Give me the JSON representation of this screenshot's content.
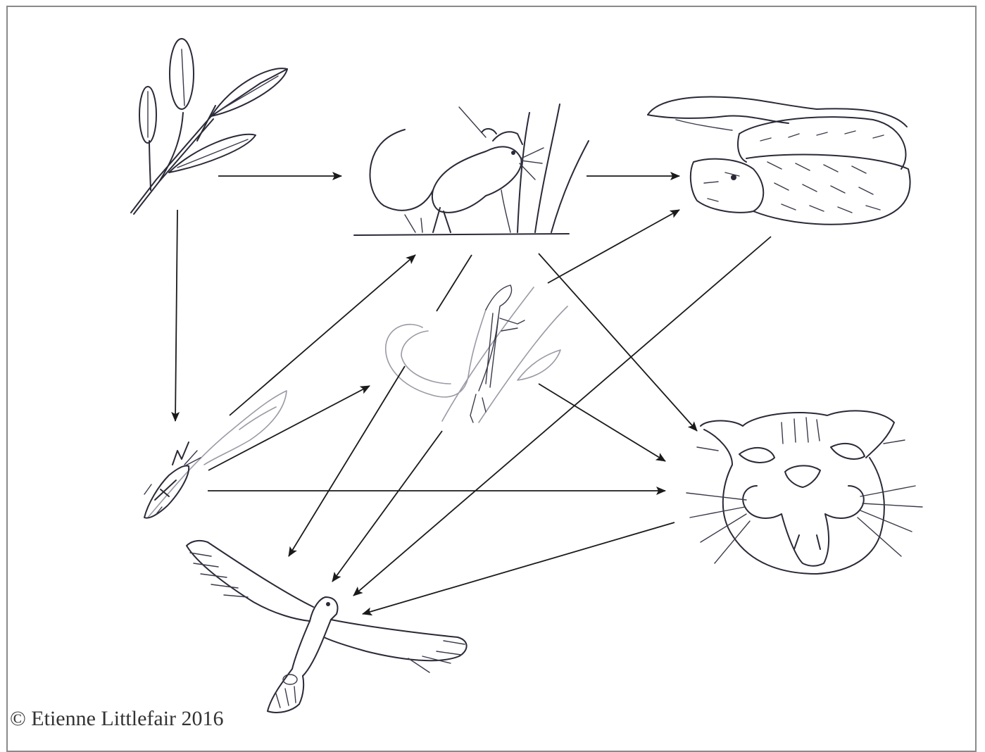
{
  "copyright": "© Etienne Littlefair 2016",
  "organisms": [
    {
      "id": "plant",
      "icon": "leafy-plant-icon"
    },
    {
      "id": "mouse",
      "icon": "mouse-icon"
    },
    {
      "id": "snake",
      "icon": "snake-icon"
    },
    {
      "id": "grasshopper",
      "icon": "grasshopper-icon"
    },
    {
      "id": "lizard",
      "icon": "lizard-icon"
    },
    {
      "id": "wildcat",
      "icon": "wildcat-icon"
    },
    {
      "id": "eagle",
      "icon": "eagle-icon"
    }
  ],
  "links": [
    {
      "from": "plant",
      "to": "mouse"
    },
    {
      "from": "plant",
      "to": "grasshopper"
    },
    {
      "from": "mouse",
      "to": "snake"
    },
    {
      "from": "mouse",
      "to": "wildcat"
    },
    {
      "from": "mouse",
      "to": "eagle"
    },
    {
      "from": "grasshopper",
      "to": "mouse"
    },
    {
      "from": "grasshopper",
      "to": "lizard"
    },
    {
      "from": "grasshopper",
      "to": "wildcat"
    },
    {
      "from": "lizard",
      "to": "snake"
    },
    {
      "from": "lizard",
      "to": "wildcat"
    },
    {
      "from": "lizard",
      "to": "eagle"
    },
    {
      "from": "snake",
      "to": "eagle"
    },
    {
      "from": "wildcat",
      "to": "eagle"
    }
  ]
}
